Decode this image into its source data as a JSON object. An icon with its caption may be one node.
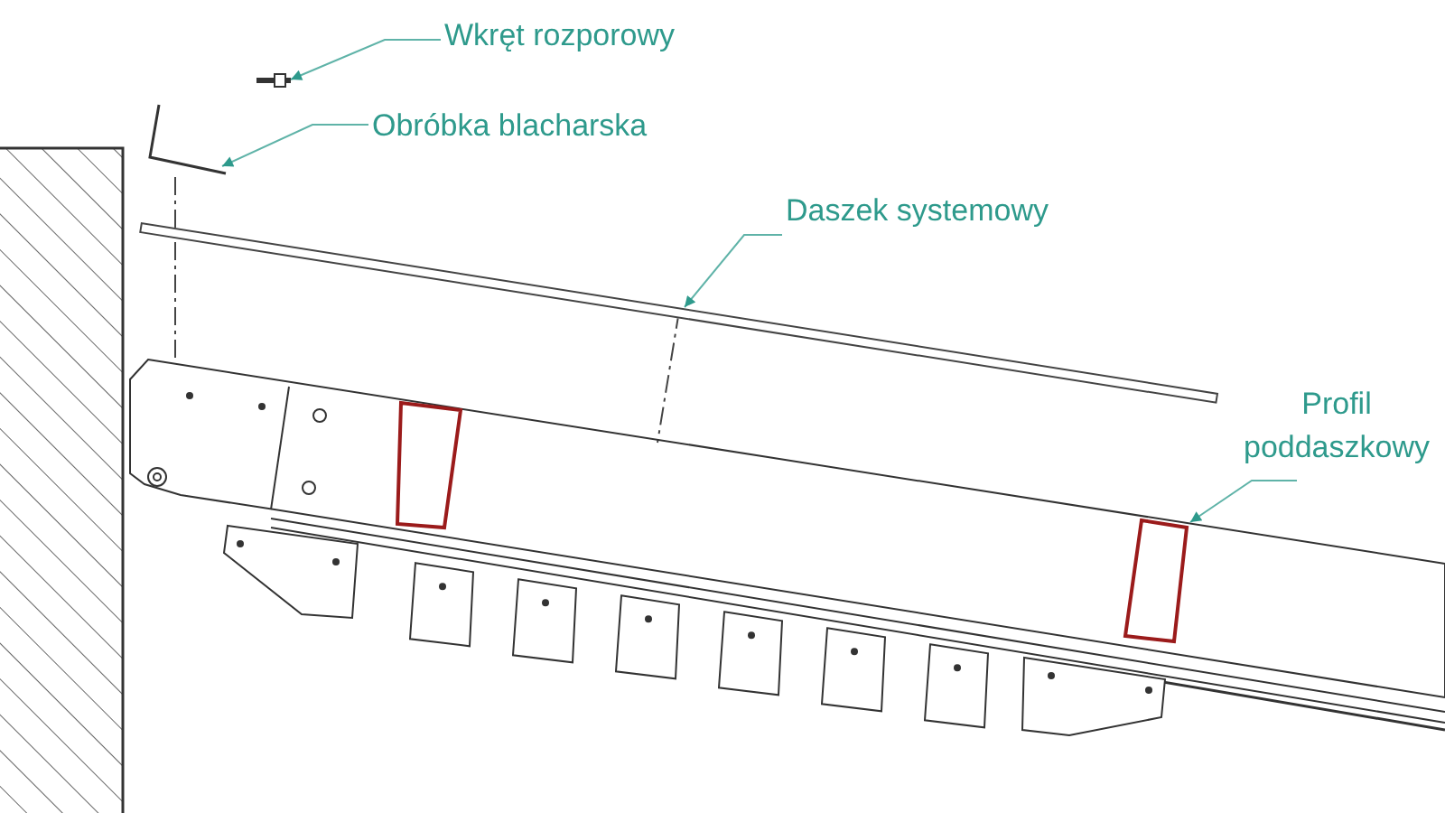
{
  "diagram": {
    "nodes": [
      {
        "text": [
          "Wkręt rozporowy"
        ]
      },
      {
        "text": [],
        "shape": "picture"
      },
      {
        "text": [
          "Obróbka blacharska"
        ]
      },
      {
        "text": [],
        "shape": "picture"
      },
      {
        "text": [
          "Daszek systemowy"
        ]
      },
      {
        "text": [],
        "shape": "bar"
      },
      {
        "text": [
          "Profil poddaszkowy"
        ]
      },
      {
        "text": [],
        "shape": "box"
      }
    ],
    "edges": [
      {
        "from": 0,
        "to": 1,
        "arrow": "to"
      },
      {
        "from": 2,
        "to": 3,
        "arrow": "to"
      },
      {
        "from": 4,
        "to": 5,
        "arrow": "to"
      },
      {
        "from": 6,
        "to": 7,
        "arrow": "to"
      }
    ]
  }
}
